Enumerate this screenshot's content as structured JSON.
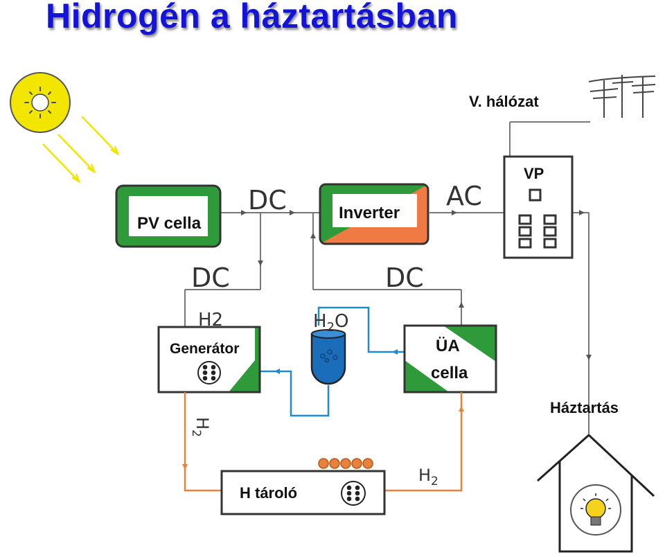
{
  "title": "Hidrogén a háztartásban",
  "colors": {
    "title": "#1414d8",
    "box_green": "#2e9a3a",
    "box_orange": "#f07a44",
    "wire_gray": "#777777",
    "water_blue": "#1e8ad0",
    "hydrogen_orange": "#e8823a",
    "sun_yellow": "#f2e600"
  },
  "icons": [
    "sun-icon",
    "power-pole-icon",
    "house-icon",
    "lightbulb-icon",
    "fuel-cell-stack-icon",
    "water-tank-icon"
  ],
  "labels": {
    "grid": "V. hálózat",
    "pv_cell": "PV cella",
    "inverter": "Inverter",
    "vp": "VP",
    "generator": "Generátor",
    "fuel_cell_line1": "ÜA",
    "fuel_cell_line2": "cella",
    "storage": "H tároló",
    "household": "Háztartás"
  },
  "flows": {
    "dc_top": "DC",
    "ac": "AC",
    "dc_left": "DC",
    "dc_right": "DC",
    "h2_generator": "H2",
    "h2o_base": "H",
    "h2o_sub": "2",
    "h2o_tail": "O",
    "h2_down": "H",
    "h2_down_sub": "2",
    "h2_bottom": "H",
    "h2_bottom_sub": "2"
  }
}
